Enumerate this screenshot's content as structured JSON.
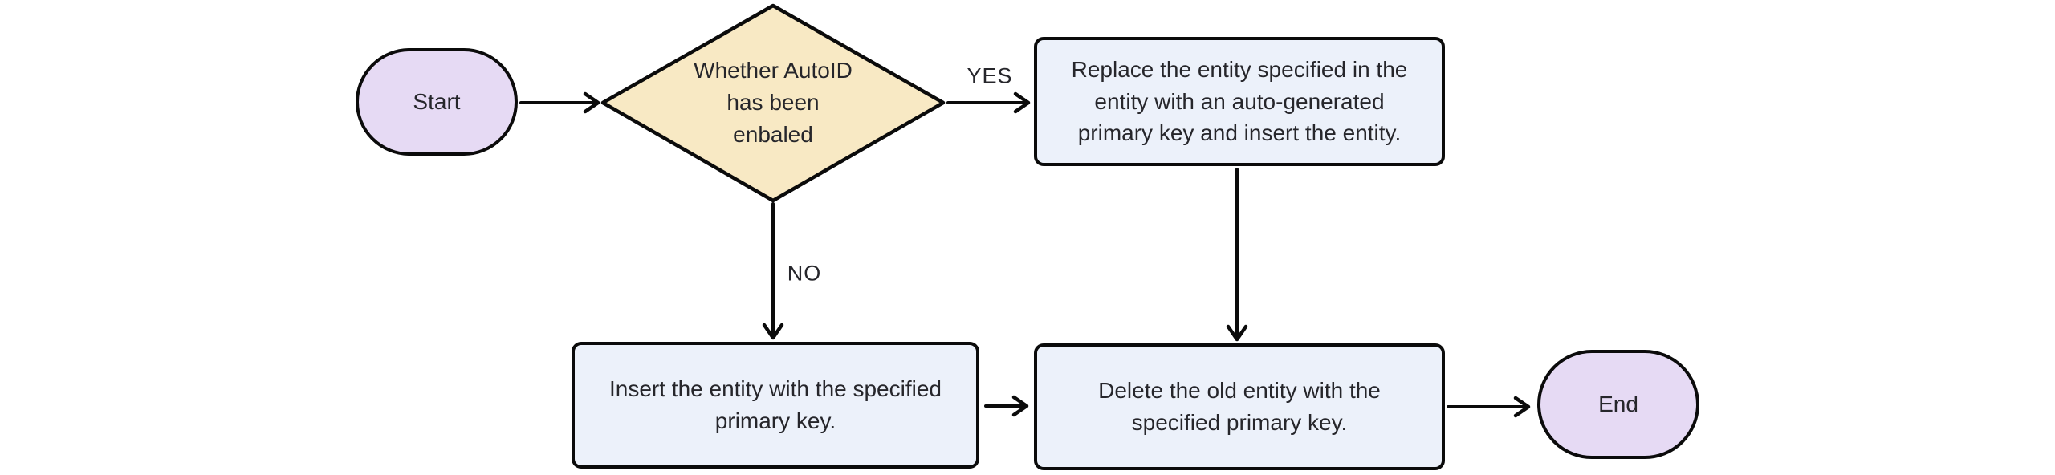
{
  "diagram": {
    "type": "flowchart",
    "background": "#ffffff",
    "colors": {
      "terminal_fill": "#e6daf4",
      "decision_fill": "#f8e9c4",
      "process_fill": "#ecf1fa",
      "stroke": "#0b0b0b",
      "text": "#26262b"
    },
    "nodes": [
      {
        "id": "start",
        "shape": "stadium",
        "label": "Start"
      },
      {
        "id": "decision",
        "shape": "diamond",
        "label": "Whether AutoID\nhas been\nenbaled"
      },
      {
        "id": "replace",
        "shape": "rect",
        "label": "Replace the entity specified in the\nentity with an auto-generated\nprimary key and insert the entity."
      },
      {
        "id": "insert",
        "shape": "rect",
        "label": "Insert the entity with the specified\nprimary key."
      },
      {
        "id": "delete",
        "shape": "rect",
        "label": "Delete the old entity with the\nspecified primary key."
      },
      {
        "id": "end",
        "shape": "stadium",
        "label": "End"
      }
    ],
    "edges": [
      {
        "from": "start",
        "to": "decision",
        "label": ""
      },
      {
        "from": "decision",
        "to": "replace",
        "label": "YES"
      },
      {
        "from": "decision",
        "to": "insert",
        "label": "NO"
      },
      {
        "from": "replace",
        "to": "delete",
        "label": ""
      },
      {
        "from": "insert",
        "to": "delete",
        "label": ""
      },
      {
        "from": "delete",
        "to": "end",
        "label": ""
      }
    ]
  }
}
